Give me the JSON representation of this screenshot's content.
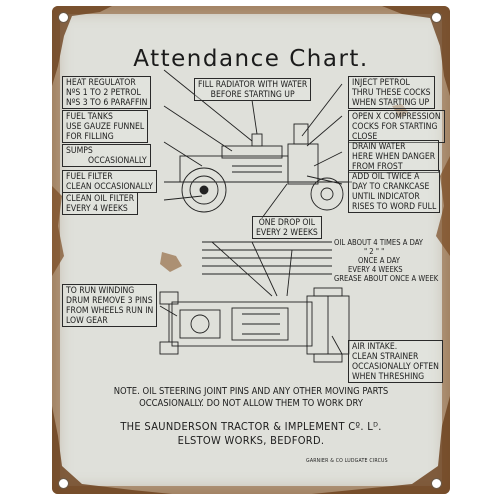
{
  "title": "Attendance Chart.",
  "left_boxes": [
    {
      "lines": [
        "Heat Regulator",
        "Nºs 1 to 2 Petrol",
        "Nºs 3 to 6 Paraffin"
      ]
    },
    {
      "lines": [
        "Fuel Tanks",
        "Use Gauze Funnel",
        "For Filling"
      ]
    },
    {
      "lines": [
        "Sumps",
        "Occasionally"
      ]
    },
    {
      "lines": [
        "Fuel Filter",
        "Clean Occasionally"
      ]
    },
    {
      "lines": [
        "Clean Oil Filter",
        "Every 4 Weeks"
      ]
    }
  ],
  "top_center_box": {
    "lines": [
      "Fill Radiator With Water",
      "Before Starting Up"
    ]
  },
  "right_boxes": [
    {
      "lines": [
        "Inject Petrol",
        "Thru These Cocks",
        "When Starting Up"
      ]
    },
    {
      "lines": [
        "Open X Compression",
        "Cocks For Starting",
        "Close"
      ]
    },
    {
      "lines": [
        "Drain Water",
        "Here When Danger",
        "From Frost"
      ]
    },
    {
      "lines": [
        "Add Oil Twice A",
        "Day To Crankcase",
        "Until Indicator",
        "Rises To Word Full"
      ]
    }
  ],
  "one_drop_box": {
    "lines": [
      "One Drop Oil",
      "Every 2 Weeks"
    ]
  },
  "oil_schedule": [
    "Oil About 4 Times A Day",
    "\" 2 \" \"",
    "Once A Day",
    "Every 4 Weeks",
    "Grease About Once A Week"
  ],
  "winding_box": {
    "lines": [
      "To Run Winding",
      "Drum Remove 3 Pins",
      "From Wheels Run In",
      "Low Gear"
    ]
  },
  "air_intake_box": {
    "lines": [
      "Air Intake.",
      "Clean Strainer",
      "Occasionally Often",
      "When Threshing"
    ]
  },
  "note": [
    "Note. Oil Steering Joint Pins And Any Other Moving Parts",
    "Occasionally. Do Not Allow Them To Work Dry"
  ],
  "maker": [
    "The Saunderson Tractor & Implement Cº. Lᴰ.",
    "Elstow Works, Bedford."
  ],
  "printer": "Garnier & Co Ludgate Circus"
}
